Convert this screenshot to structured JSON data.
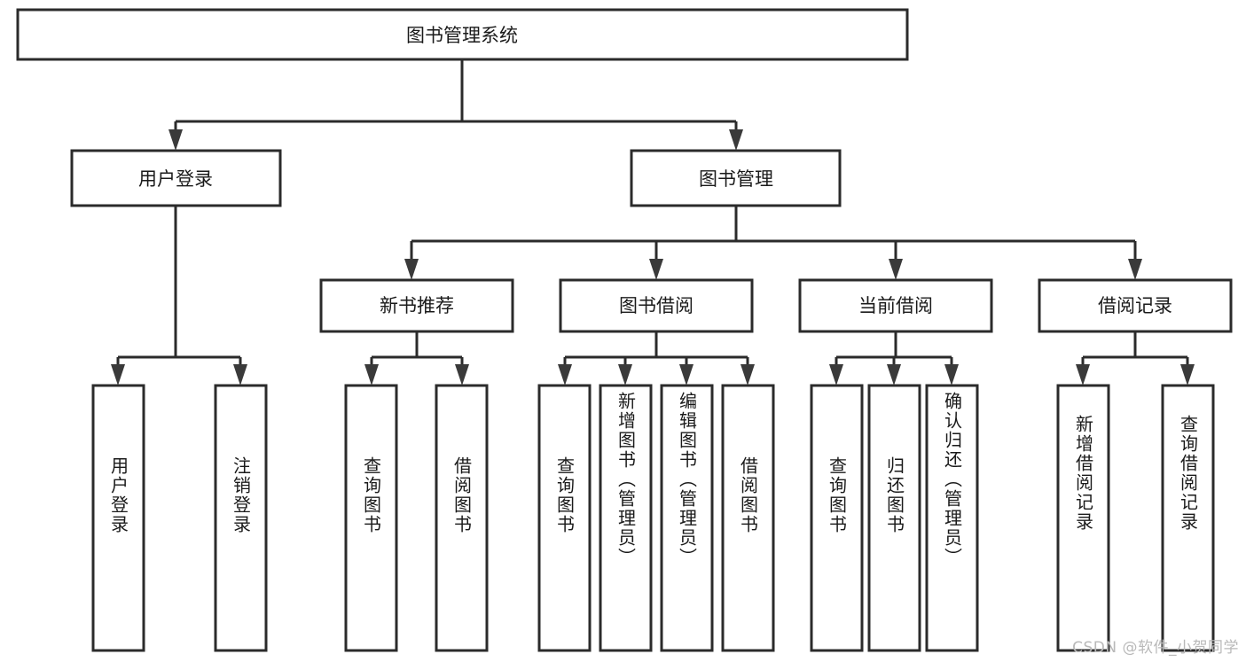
{
  "diagram": {
    "title": "图书管理系统",
    "type": "tree-hierarchy",
    "orientation": "top-down",
    "box_fill": "#ffffff",
    "box_stroke": "#2b2b2b",
    "text_color": "#1a1a1a",
    "background": "#ffffff"
  },
  "root": {
    "label": "图书管理系统"
  },
  "level2": [
    {
      "label": "用户登录"
    },
    {
      "label": "图书管理"
    }
  ],
  "level3": [
    {
      "label": "新书推荐"
    },
    {
      "label": "图书借阅"
    },
    {
      "label": "当前借阅"
    },
    {
      "label": "借阅记录"
    }
  ],
  "leaves": {
    "user_login": [
      {
        "label": "用户登录"
      },
      {
        "label": "注销登录"
      }
    ],
    "new_book_recommend": [
      {
        "label": "查询图书"
      },
      {
        "label": "借阅图书"
      }
    ],
    "book_borrow": [
      {
        "label": "查询图书"
      },
      {
        "label": "新增图书（管理员）"
      },
      {
        "label": "编辑图书（管理员）"
      },
      {
        "label": "借阅图书"
      }
    ],
    "current_borrow": [
      {
        "label": "查询图书"
      },
      {
        "label": "归还图书"
      },
      {
        "label": "确认归还（管理员）"
      }
    ],
    "borrow_record": [
      {
        "label": "新增借阅记录"
      },
      {
        "label": "查询借阅记录"
      }
    ]
  },
  "watermark": {
    "text": "CSDN @软件_小贺同学"
  }
}
